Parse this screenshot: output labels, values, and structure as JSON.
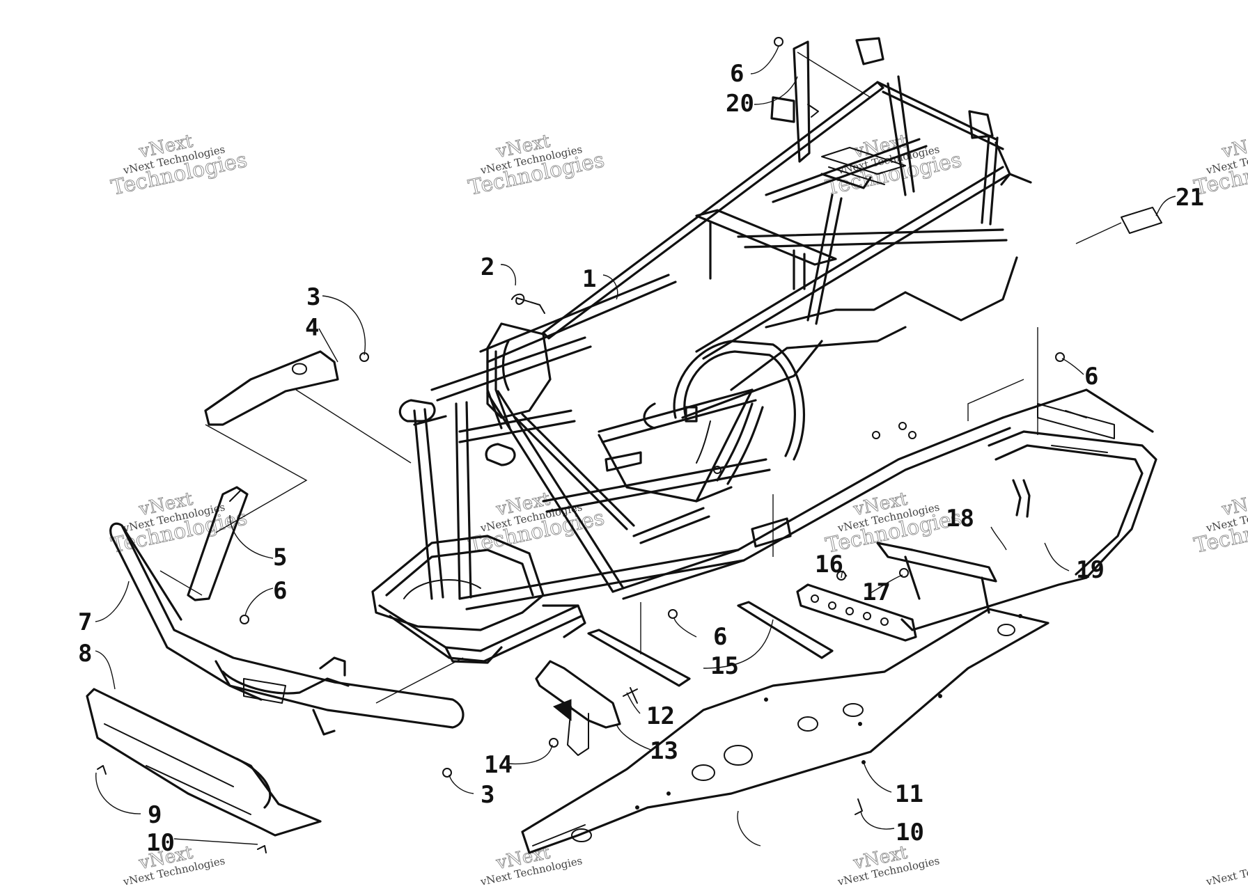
{
  "watermark": {
    "line_small": "vNext Technologies",
    "line_big_1": "vNext",
    "line_big_2": "Technologies"
  },
  "callouts": [
    {
      "id": "c1",
      "label": "1"
    },
    {
      "id": "c2",
      "label": "2"
    },
    {
      "id": "c3a",
      "label": "3"
    },
    {
      "id": "c3b",
      "label": "3"
    },
    {
      "id": "c4",
      "label": "4"
    },
    {
      "id": "c5",
      "label": "5"
    },
    {
      "id": "c6a",
      "label": "6"
    },
    {
      "id": "c6b",
      "label": "6"
    },
    {
      "id": "c6c",
      "label": "6"
    },
    {
      "id": "c6d",
      "label": "6"
    },
    {
      "id": "c7",
      "label": "7"
    },
    {
      "id": "c8",
      "label": "8"
    },
    {
      "id": "c9",
      "label": "9"
    },
    {
      "id": "c10a",
      "label": "10"
    },
    {
      "id": "c10b",
      "label": "10"
    },
    {
      "id": "c11",
      "label": "11"
    },
    {
      "id": "c12",
      "label": "12"
    },
    {
      "id": "c13",
      "label": "13"
    },
    {
      "id": "c14",
      "label": "14"
    },
    {
      "id": "c15",
      "label": "15"
    },
    {
      "id": "c16",
      "label": "16"
    },
    {
      "id": "c17",
      "label": "17"
    },
    {
      "id": "c18",
      "label": "18"
    },
    {
      "id": "c19",
      "label": "19"
    },
    {
      "id": "c20",
      "label": "20"
    },
    {
      "id": "c21",
      "label": "21"
    }
  ]
}
